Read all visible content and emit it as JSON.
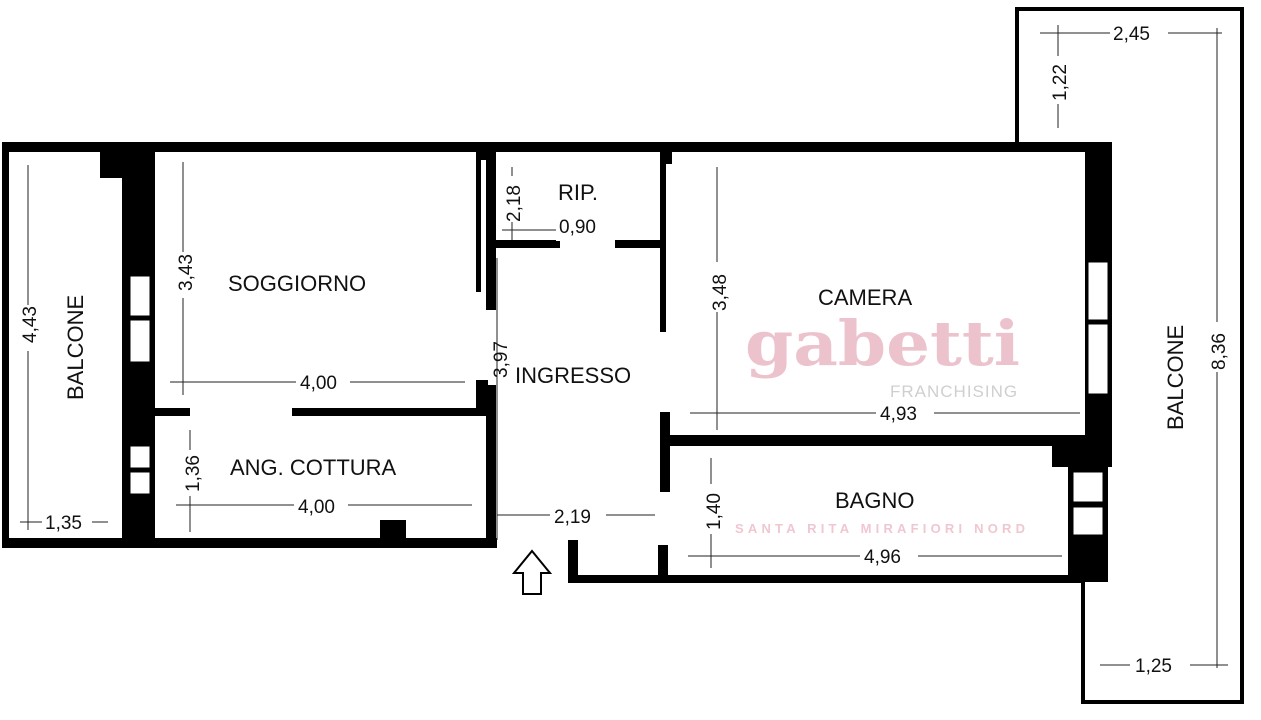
{
  "rooms": {
    "balcone_left": "BALCONE",
    "soggiorno": "SOGGIORNO",
    "ang_cottura": "ANG. COTTURA",
    "ripostiglio": "RIP.",
    "ingresso": "INGRESSO",
    "camera": "CAMERA",
    "bagno": "BAGNO",
    "balcone_right": "BALCONE"
  },
  "dimensions": {
    "balcone_left_height": "4,43",
    "balcone_left_width": "1,35",
    "soggiorno_height": "3,43",
    "soggiorno_width": "4,00",
    "cottura_height": "1,36",
    "cottura_width": "4,00",
    "rip_height": "2,18",
    "rip_width": "0,90",
    "ingresso_height": "3,97",
    "ingresso_width": "2,19",
    "camera_height": "3,48",
    "camera_width": "4,93",
    "bagno_height": "1,40",
    "bagno_width": "4,96",
    "balcone_right_top_width": "2,45",
    "balcone_right_top_height": "1,22",
    "balcone_right_height": "8,36",
    "balcone_right_bottom_width": "1,25"
  },
  "watermark": {
    "brand": "gabetti",
    "sub": "FRANCHISING",
    "agency": "SANTA RITA MIRAFIORI NORD",
    "brand_color": "#e9b9c6",
    "sub_color": "#c8c8c8"
  },
  "entrance_icon": "up-arrow-icon"
}
